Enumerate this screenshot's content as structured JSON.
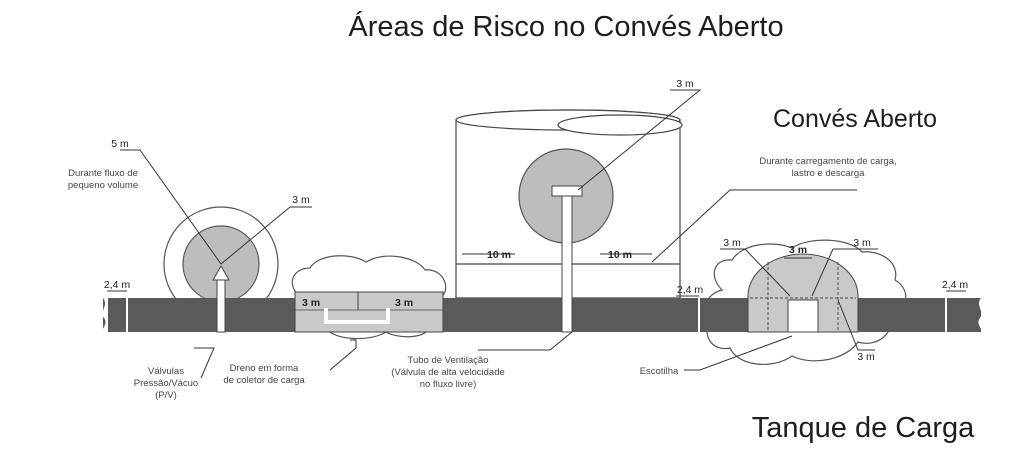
{
  "title": "Áreas de Risco no Convés Aberto",
  "labels": {
    "conves_aberto": "Convés Aberto",
    "tanque_de_carga": "Tanque de Carga",
    "durante_fluxo_1": "Durante fluxo de",
    "durante_fluxo_2": "pequeno volume",
    "durante_carregamento_1": "Durante carregamento de carga,",
    "durante_carregamento_2": "lastro e descarga",
    "valvulas_1": "Válvulas",
    "valvulas_2": "Pressão/Vácuo",
    "valvulas_3": "(P/V)",
    "dreno_1": "Dreno em forma",
    "dreno_2": "de coletor de carga",
    "tubo_1": "Tubo de Ventilação",
    "tubo_2": "(Válvula de alta velocidade",
    "tubo_3": "no fluxo livre)",
    "escotilha": "Escotilha"
  },
  "dimensions": {
    "d5m": "5 m",
    "d3m": "3 m",
    "d10m": "10 m",
    "d24m": "2,4 m"
  }
}
